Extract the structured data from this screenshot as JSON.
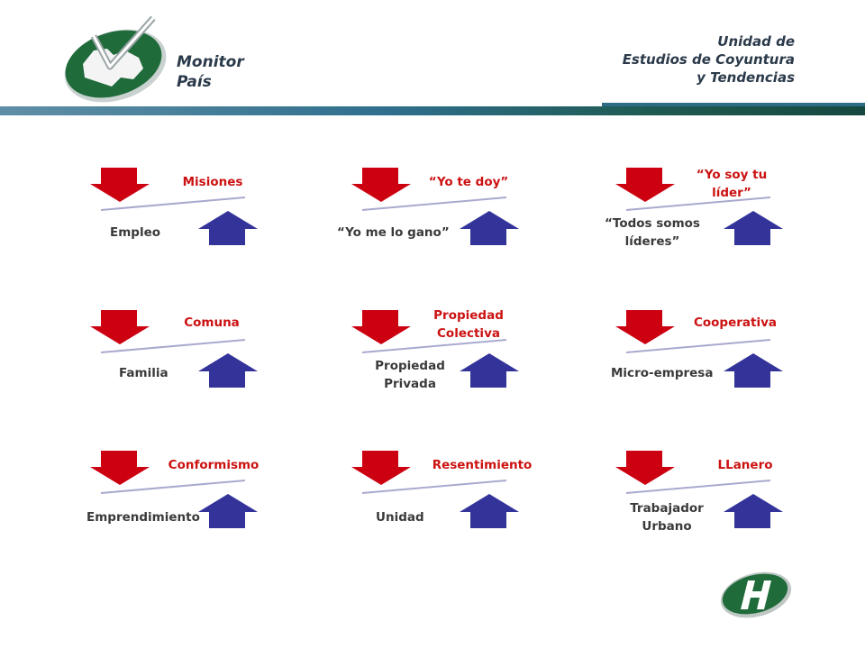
{
  "header": {
    "brand_line1": "Monitor",
    "brand_line2": "País",
    "unit_line1": "Unidad de",
    "unit_line2": "Estudios de Coyuntura",
    "unit_line3": "y Tendencias"
  },
  "colors": {
    "down_arrow": "#cc0011",
    "up_arrow": "#333399",
    "divider": "#a9a9cf",
    "top_label": "#cc1111",
    "bottom_label": "#3a3a3a"
  },
  "pairs": [
    {
      "top": "Misiones",
      "bottom": "Empleo"
    },
    {
      "top": "“Yo te doy”",
      "bottom": "“Yo me lo gano”"
    },
    {
      "top": "“Yo soy tu líder”",
      "bottom": "“Todos somos líderes”"
    },
    {
      "top": "Comuna",
      "bottom": "Familia"
    },
    {
      "top": "Propiedad Colectiva",
      "bottom": "Propiedad Privada"
    },
    {
      "top": "Cooperativa",
      "bottom": "Micro-empresa"
    },
    {
      "top": "Conformismo",
      "bottom": "Emprendimiento"
    },
    {
      "top": "Resentimiento",
      "bottom": "Unidad"
    },
    {
      "top": "LLanero",
      "bottom": "Trabajador Urbano"
    }
  ],
  "icons": {
    "logo": "monitor-pais-map-check-logo",
    "footer": "h-logo"
  }
}
